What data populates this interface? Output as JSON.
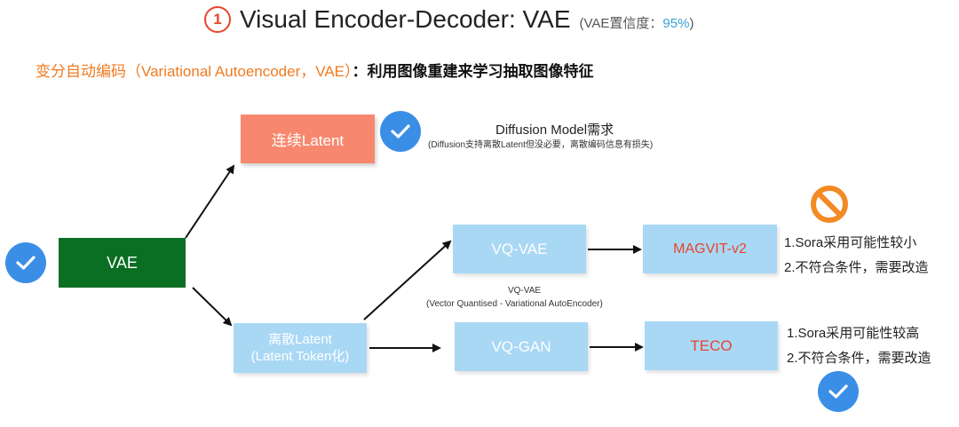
{
  "header": {
    "number": "1",
    "title": "Visual Encoder-Decoder:  VAE",
    "confidence_label": "(VAE置信度：",
    "confidence_value": "95%",
    "confidence_close": ")"
  },
  "subtitle": {
    "orange": "变分自动编码（Variational Autoencoder，VAE）",
    "dark": "：利用图像重建来学习抽取图像特征"
  },
  "nodes": {
    "vae": "VAE",
    "continuous_latent": "连续Latent",
    "discrete_latent_line1": "离散Latent",
    "discrete_latent_line2": "(Latent Token化)",
    "vq_vae": "VQ-VAE",
    "vq_gan": "VQ-GAN",
    "magvit": "MAGVIT-v2",
    "teco": "TECO"
  },
  "annotations": {
    "diffusion_title": "Diffusion Model需求",
    "diffusion_note": "(Diffusion支持离散Latent但没必要，离散编码信息有损失)",
    "vqvae_title": "VQ-VAE",
    "vqvae_full": "(Vector Quantised - Variational AutoEncoder)",
    "magvit_note1": "1.Sora采用可能性较小",
    "magvit_note2": "2.不符合条件，需要改造",
    "teco_note1": "1.Sora采用可能性较高",
    "teco_note2": "2.不符合条件，需要改造"
  },
  "colors": {
    "check": "#3b8ee6",
    "prohibit": "#f38a24",
    "vae_box": "#0a6e23",
    "continuous_box": "#f7876e",
    "light_box": "#a9d8f5",
    "accent_red": "#e8452c"
  },
  "icons": [
    "check-icon",
    "prohibited-icon"
  ]
}
